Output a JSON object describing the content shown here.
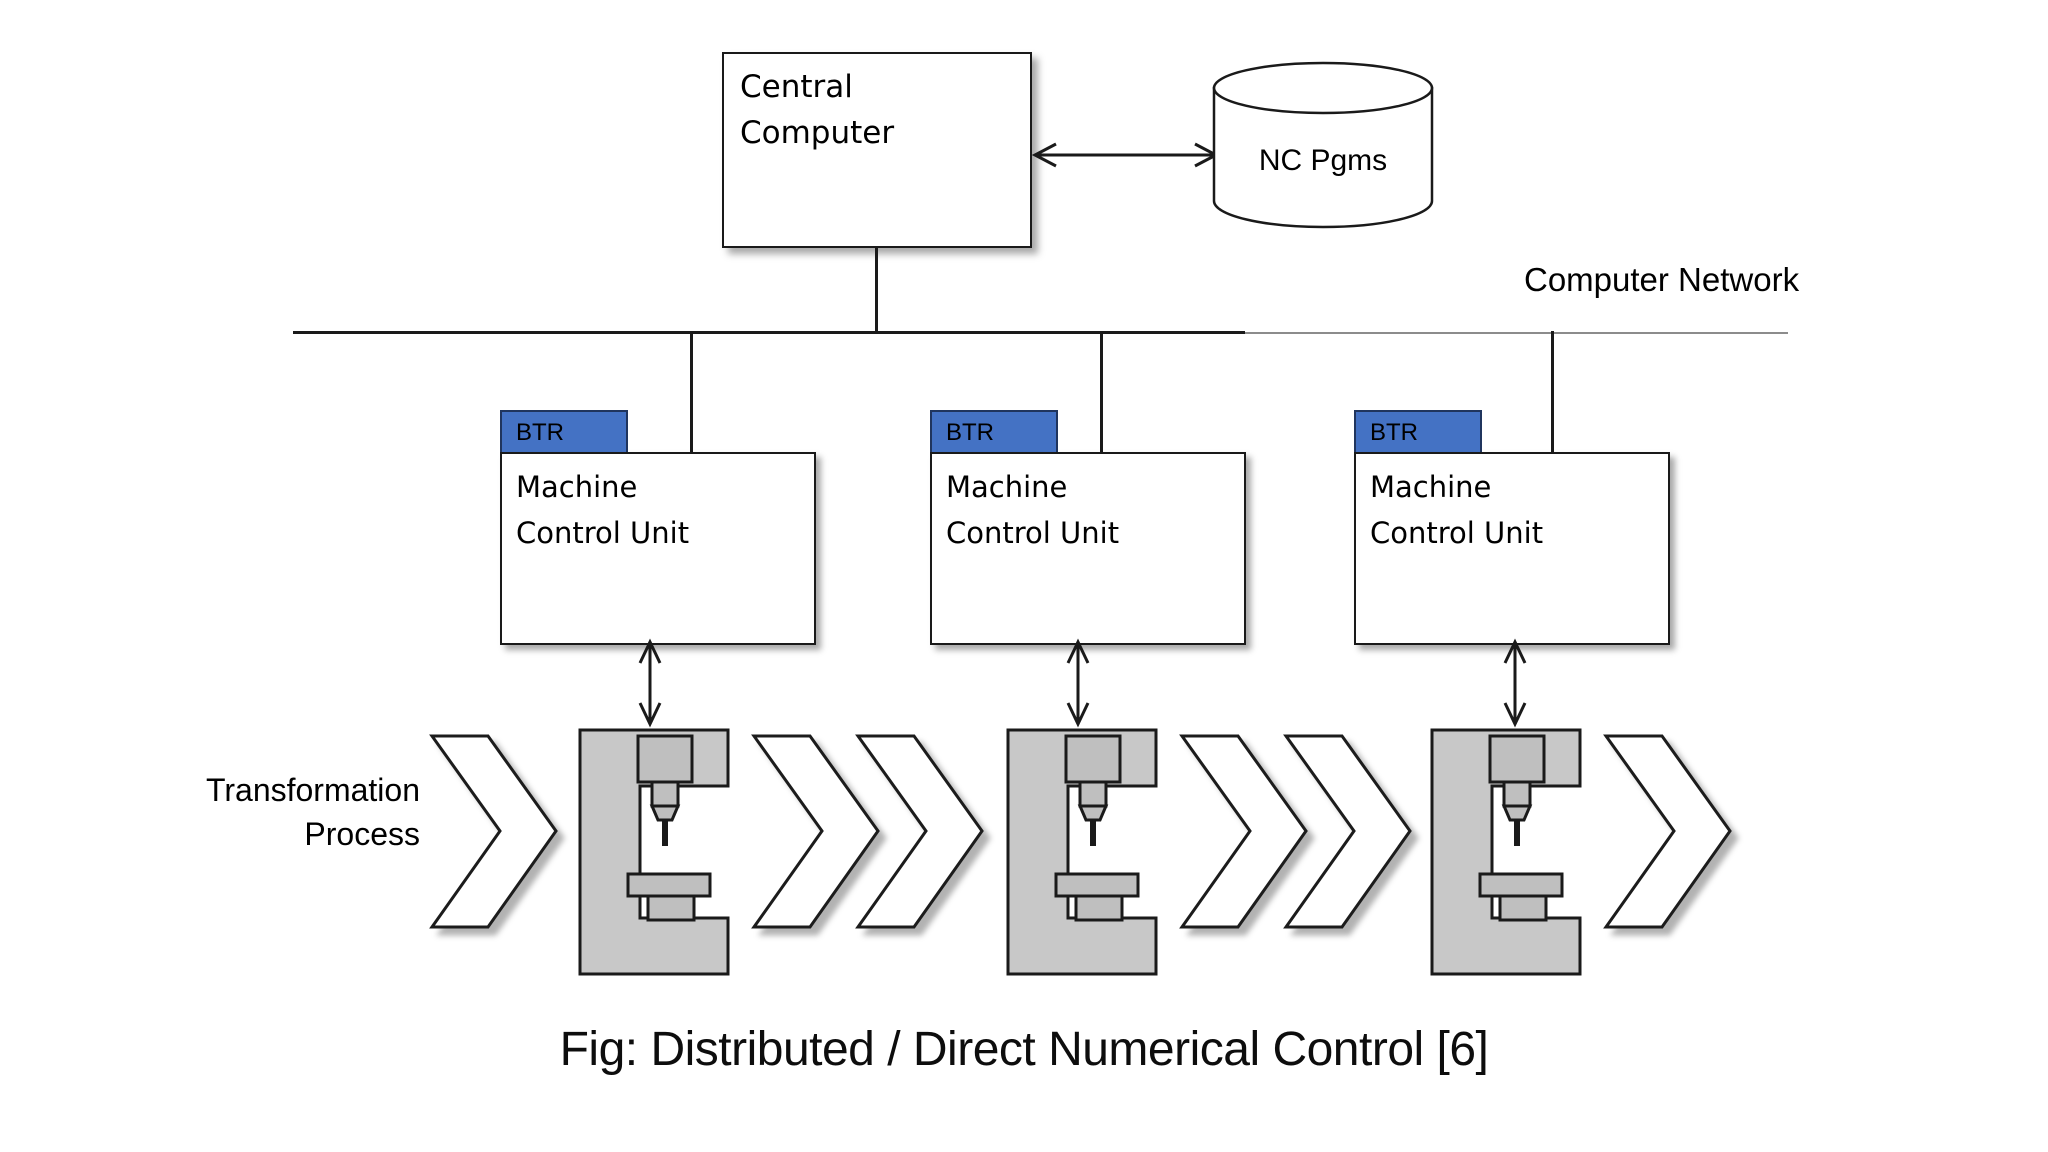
{
  "figure": {
    "caption": "Fig: Distributed / Direct Numerical Control [6]",
    "background_color": "#ffffff"
  },
  "colors": {
    "btr_fill": "#4472C4",
    "btr_border": "#20355e",
    "machine_body": "#C8C8C8",
    "machine_part": "#BFBFBF",
    "line": "#1a1a1a",
    "line_faint": "#8c8c8c",
    "text": "#000000"
  },
  "nodes": {
    "central_computer": {
      "label": "Central\nComputer",
      "shape": "rectangle"
    },
    "nc_programs": {
      "label": "NC Pgms",
      "shape": "cylinder"
    },
    "network": {
      "label": "Computer Network",
      "shape": "bus-line"
    },
    "transformation": {
      "label": "Transformation\nProcess"
    }
  },
  "btr_label": "BTR",
  "mcu_label": "Machine\nControl Unit",
  "stations": [
    {
      "btr": "BTR",
      "mcu": "Machine\nControl Unit",
      "machine": "cnc-machine"
    },
    {
      "btr": "BTR",
      "mcu": "Machine\nControl Unit",
      "machine": "cnc-machine"
    },
    {
      "btr": "BTR",
      "mcu": "Machine\nControl Unit",
      "machine": "cnc-machine"
    }
  ],
  "connectors": {
    "cc_to_nc": "bidirectional-horizontal-arrow",
    "cc_to_bus": "vertical-line",
    "bus_to_mcu": "vertical-line",
    "mcu_to_machine": "bidirectional-vertical-arrow"
  },
  "chevron_count": 6
}
